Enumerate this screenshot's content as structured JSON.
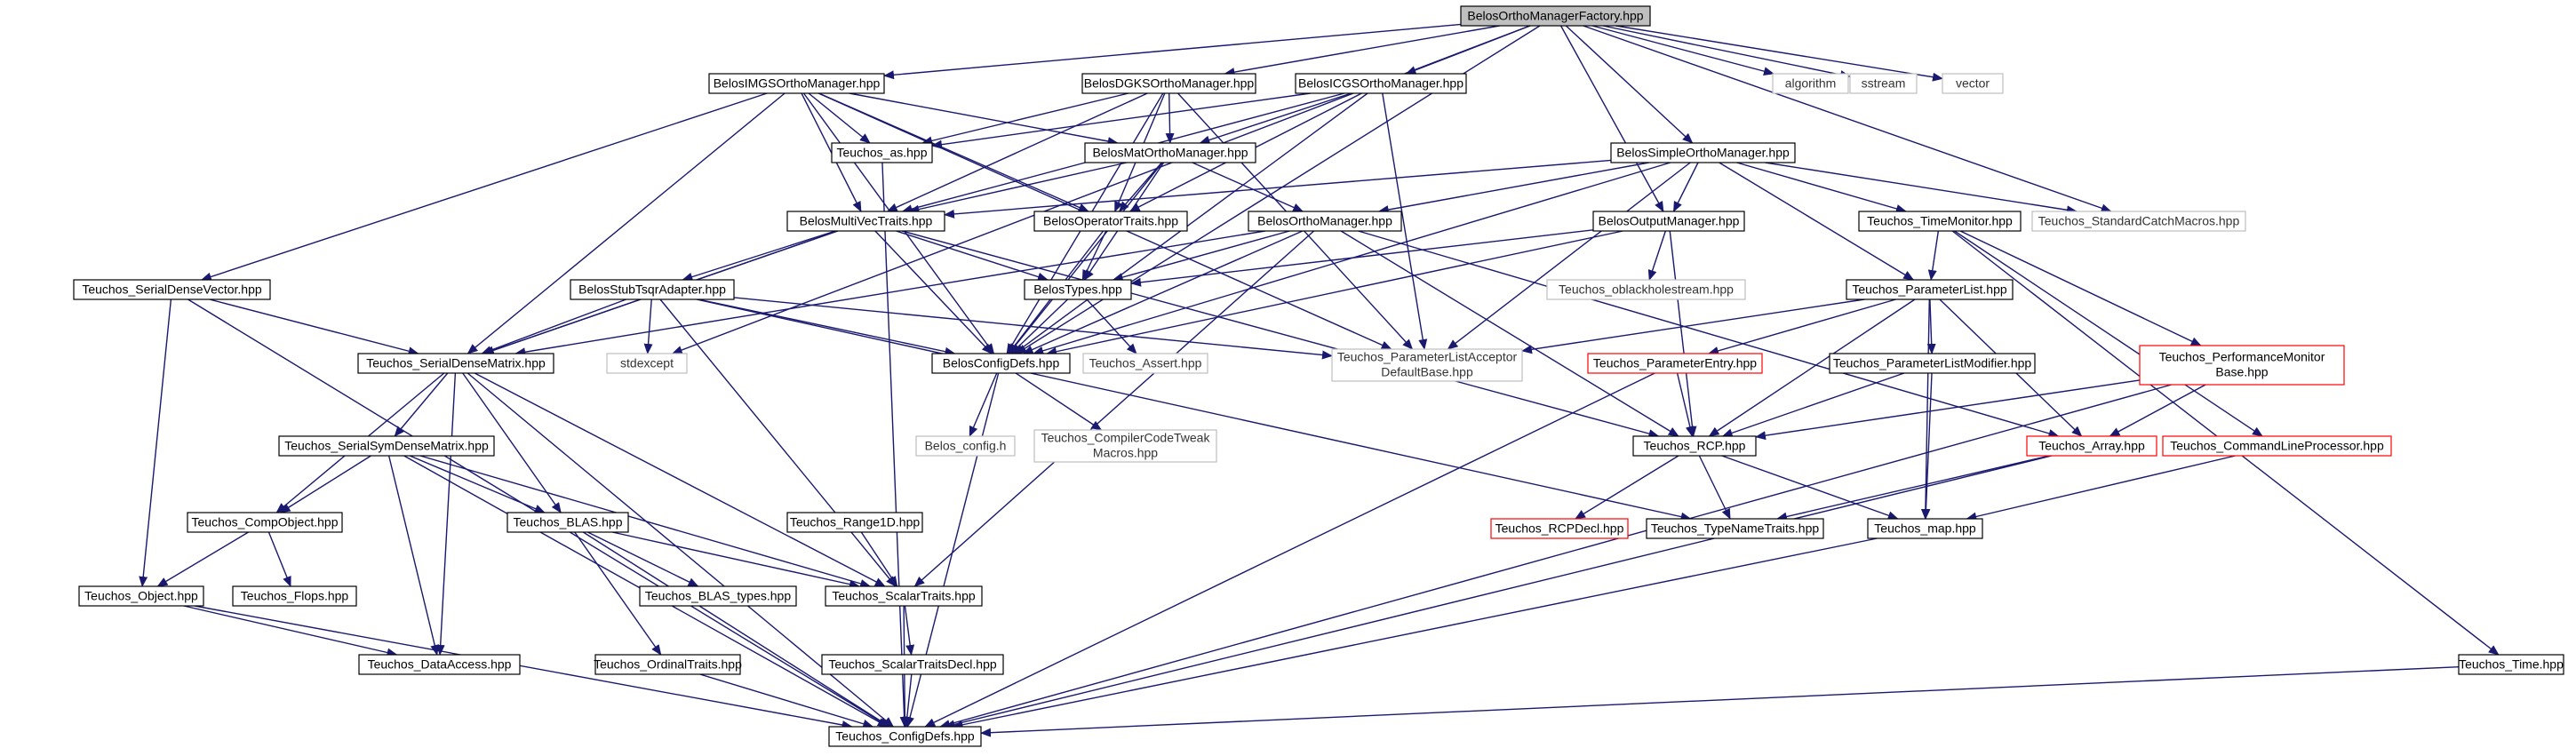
{
  "colors": {
    "edge": "#191970",
    "box_black": "#000000",
    "box_gray": "#bfbfbf",
    "box_red": "#ff0000",
    "root_fill": "#bfbfbf",
    "text_normal": "#000000",
    "text_gray": "#333333"
  },
  "nodes": [
    {
      "id": "root",
      "label": "BelosOrthoManagerFactory.hpp",
      "style": "root"
    },
    {
      "id": "imgs",
      "label": "BelosIMGSOrthoManager.hpp",
      "style": "black"
    },
    {
      "id": "dgks",
      "label": "BelosDGKSOrthoManager.hpp",
      "style": "black"
    },
    {
      "id": "icgs",
      "label": "BelosICGSOrthoManager.hpp",
      "style": "black"
    },
    {
      "id": "algorithm",
      "label": "algorithm",
      "style": "gray"
    },
    {
      "id": "sstream",
      "label": "sstream",
      "style": "gray"
    },
    {
      "id": "vector",
      "label": "vector",
      "style": "gray"
    },
    {
      "id": "simple",
      "label": "BelosSimpleOrthoManager.hpp",
      "style": "black"
    },
    {
      "id": "teuchos_as",
      "label": "Teuchos_as.hpp",
      "style": "black"
    },
    {
      "id": "matortho",
      "label": "BelosMatOrthoManager.hpp",
      "style": "black"
    },
    {
      "id": "multivec",
      "label": "BelosMultiVecTraits.hpp",
      "style": "black"
    },
    {
      "id": "optraits",
      "label": "BelosOperatorTraits.hpp",
      "style": "black"
    },
    {
      "id": "orthomgr",
      "label": "BelosOrthoManager.hpp",
      "style": "black"
    },
    {
      "id": "outputmgr",
      "label": "BelosOutputManager.hpp",
      "style": "black"
    },
    {
      "id": "timemonitor",
      "label": "Teuchos_TimeMonitor.hpp",
      "style": "black"
    },
    {
      "id": "stdcatch",
      "label": "Teuchos_StandardCatchMacros.hpp",
      "style": "gray"
    },
    {
      "id": "serialdensevector",
      "label": "Teuchos_SerialDenseVector.hpp",
      "style": "black"
    },
    {
      "id": "stubtsqr",
      "label": "BelosStubTsqrAdapter.hpp",
      "style": "black"
    },
    {
      "id": "belostypes",
      "label": "BelosTypes.hpp",
      "style": "black"
    },
    {
      "id": "oblackhole",
      "label": "Teuchos_oblackholestream.hpp",
      "style": "gray"
    },
    {
      "id": "paramlist",
      "label": "Teuchos_ParameterList.hpp",
      "style": "black"
    },
    {
      "id": "serialdensematrix",
      "label": "Teuchos_SerialDenseMatrix.hpp",
      "style": "black"
    },
    {
      "id": "stdexcept",
      "label": "stdexcept",
      "style": "gray"
    },
    {
      "id": "configdefs",
      "label": "BelosConfigDefs.hpp",
      "style": "black"
    },
    {
      "id": "assert",
      "label": "Teuchos_Assert.hpp",
      "style": "gray"
    },
    {
      "id": "plad",
      "label": "Teuchos_ParameterListAcceptor",
      "label2": "DefaultBase.hpp",
      "style": "gray"
    },
    {
      "id": "paramentry",
      "label": "Teuchos_ParameterEntry.hpp",
      "style": "red"
    },
    {
      "id": "plmodifier",
      "label": "Teuchos_ParameterListModifier.hpp",
      "style": "black"
    },
    {
      "id": "perfmon",
      "label": "Teuchos_PerformanceMonitor",
      "label2": "Base.hpp",
      "style": "red"
    },
    {
      "id": "serialsym",
      "label": "Teuchos_SerialSymDenseMatrix.hpp",
      "style": "black"
    },
    {
      "id": "belosconfig",
      "label": "Belos_config.h",
      "style": "gray"
    },
    {
      "id": "compilertweak",
      "label": "Teuchos_CompilerCodeTweak",
      "label2": "Macros.hpp",
      "style": "gray"
    },
    {
      "id": "rcp",
      "label": "Teuchos_RCP.hpp",
      "style": "black"
    },
    {
      "id": "array",
      "label": "Teuchos_Array.hpp",
      "style": "red"
    },
    {
      "id": "cmdline",
      "label": "Teuchos_CommandLineProcessor.hpp",
      "style": "red"
    },
    {
      "id": "compobject",
      "label": "Teuchos_CompObject.hpp",
      "style": "black"
    },
    {
      "id": "blas",
      "label": "Teuchos_BLAS.hpp",
      "style": "black"
    },
    {
      "id": "range1d",
      "label": "Teuchos_Range1D.hpp",
      "style": "black"
    },
    {
      "id": "rcpdecl",
      "label": "Teuchos_RCPDecl.hpp",
      "style": "red"
    },
    {
      "id": "typename",
      "label": "Teuchos_TypeNameTraits.hpp",
      "style": "black"
    },
    {
      "id": "map",
      "label": "Teuchos_map.hpp",
      "style": "black"
    },
    {
      "id": "object",
      "label": "Teuchos_Object.hpp",
      "style": "black"
    },
    {
      "id": "flops",
      "label": "Teuchos_Flops.hpp",
      "style": "black"
    },
    {
      "id": "blastypes",
      "label": "Teuchos_BLAS_types.hpp",
      "style": "black"
    },
    {
      "id": "scalartraits",
      "label": "Teuchos_ScalarTraits.hpp",
      "style": "black"
    },
    {
      "id": "dataaccess",
      "label": "Teuchos_DataAccess.hpp",
      "style": "black"
    },
    {
      "id": "ordinal",
      "label": "Teuchos_OrdinalTraits.hpp",
      "style": "black"
    },
    {
      "id": "scalardecl",
      "label": "Teuchos_ScalarTraitsDecl.hpp",
      "style": "black"
    },
    {
      "id": "time",
      "label": "Teuchos_Time.hpp",
      "style": "black"
    },
    {
      "id": "teuchosconfig",
      "label": "Teuchos_ConfigDefs.hpp",
      "style": "black"
    }
  ]
}
